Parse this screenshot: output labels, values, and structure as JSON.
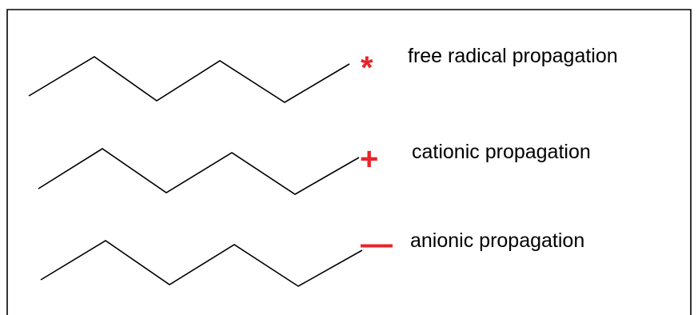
{
  "colors": {
    "chain": "#000000",
    "label": "#000000",
    "symbol": "#e8242a"
  },
  "rows": [
    {
      "symbol": "*",
      "symbol_name": "asterisk",
      "label": "free radical propagation"
    },
    {
      "symbol": "+",
      "symbol_name": "plus",
      "label": "cationic propagation"
    },
    {
      "symbol": "—",
      "symbol_name": "minus",
      "label": "anionic propagation"
    }
  ]
}
